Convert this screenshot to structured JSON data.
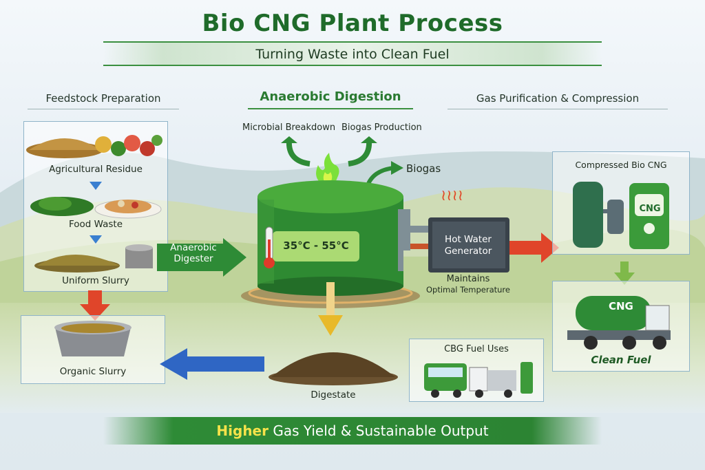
{
  "header": {
    "title": "Bio CNG Plant Process",
    "subtitle": "Turning Waste into Clean Fuel"
  },
  "sections": {
    "feedstock": "Feedstock Preparation",
    "digestion": "Anaerobic Digestion",
    "purification": "Gas Purification & Compression"
  },
  "feedstock": {
    "items": [
      "Agricultural Residue",
      "Food Waste",
      "Uniform Slurry"
    ],
    "output": "Organic Slurry"
  },
  "digestion": {
    "microbial": "Microbial Breakdown",
    "biogas_production": "Biogas Production",
    "biogas": "Biogas",
    "digester_arrow": "Anaerobic Digester",
    "temperature": "35°C - 55°C",
    "generator": "Hot Water Generator",
    "maintains": "Maintains",
    "optimal": "Optimal Temperature",
    "digestate": "Digestate"
  },
  "purification": {
    "compressed": "Compressed Bio CNG",
    "cng_badge": "CNG",
    "tanker_badge": "CNG",
    "clean_fuel": "Clean Fuel",
    "fuel_uses": "CBG Fuel Uses"
  },
  "footer": {
    "highlight": "Higher",
    "text": " Gas Yield & Sustainable Output"
  },
  "colors": {
    "brand_green": "#1f6b2a",
    "accent_red": "#e0452a",
    "accent_blue": "#2f66c4",
    "highlight_yellow": "#f6e24a"
  }
}
